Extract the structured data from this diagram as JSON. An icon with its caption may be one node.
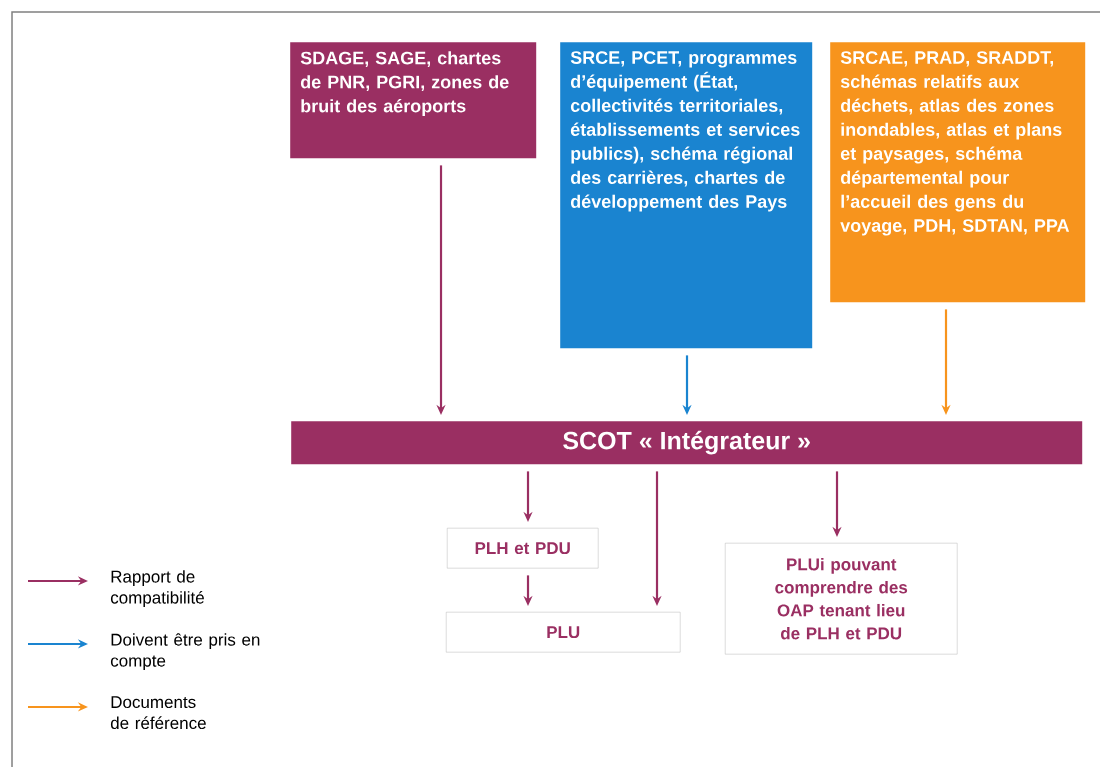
{
  "diagram": {
    "nodes": [
      {
        "text": [
          "SDAGE, SAGE, chartes de PNR, PGRI, zones de bruit des aéroports"
        ]
      },
      {
        "text": [
          "SRCE, PCET, programmes d’équipement (État, collectivités territoriales, établissements et services publics), schéma régional des carrières, chartes de développement des Pays"
        ]
      },
      {
        "text": [
          "SRCAE, PRAD, SRADDT, schémas relatifs aux déchets, atlas des zones inondables, atlas et plans et paysages, schéma départemental pour l’accueil des gens du voyage, PDH, SDTAN, PPA"
        ]
      },
      {
        "text": [
          "SCOT « Intégrateur »"
        ]
      },
      {
        "text": [
          "PLH et PDU"
        ]
      },
      {
        "text": [
          "PLU"
        ]
      },
      {
        "text": [
          "PLUi pouvant comprendre des OAP tenant lieu de PLH et PDU"
        ]
      }
    ],
    "edges": [
      {
        "from": 0,
        "to": 3,
        "arrow": "to"
      },
      {
        "from": 1,
        "to": 3,
        "arrow": "to",
        "color": "#1a84d0"
      },
      {
        "from": 2,
        "to": 3,
        "arrow": "to",
        "color": "#f7941d"
      },
      {
        "from": 3,
        "to": 4,
        "arrow": "to"
      },
      {
        "from": 4,
        "to": 5,
        "arrow": "to"
      },
      {
        "from": 3,
        "to": 5,
        "arrow": "to"
      },
      {
        "from": 3,
        "to": 6,
        "arrow": "to"
      }
    ],
    "legend": [
      {
        "text": "Rapport de compatibilité"
      },
      {
        "text": "Doivent être pris en compte"
      },
      {
        "text": "Documents de référence"
      }
    ]
  }
}
